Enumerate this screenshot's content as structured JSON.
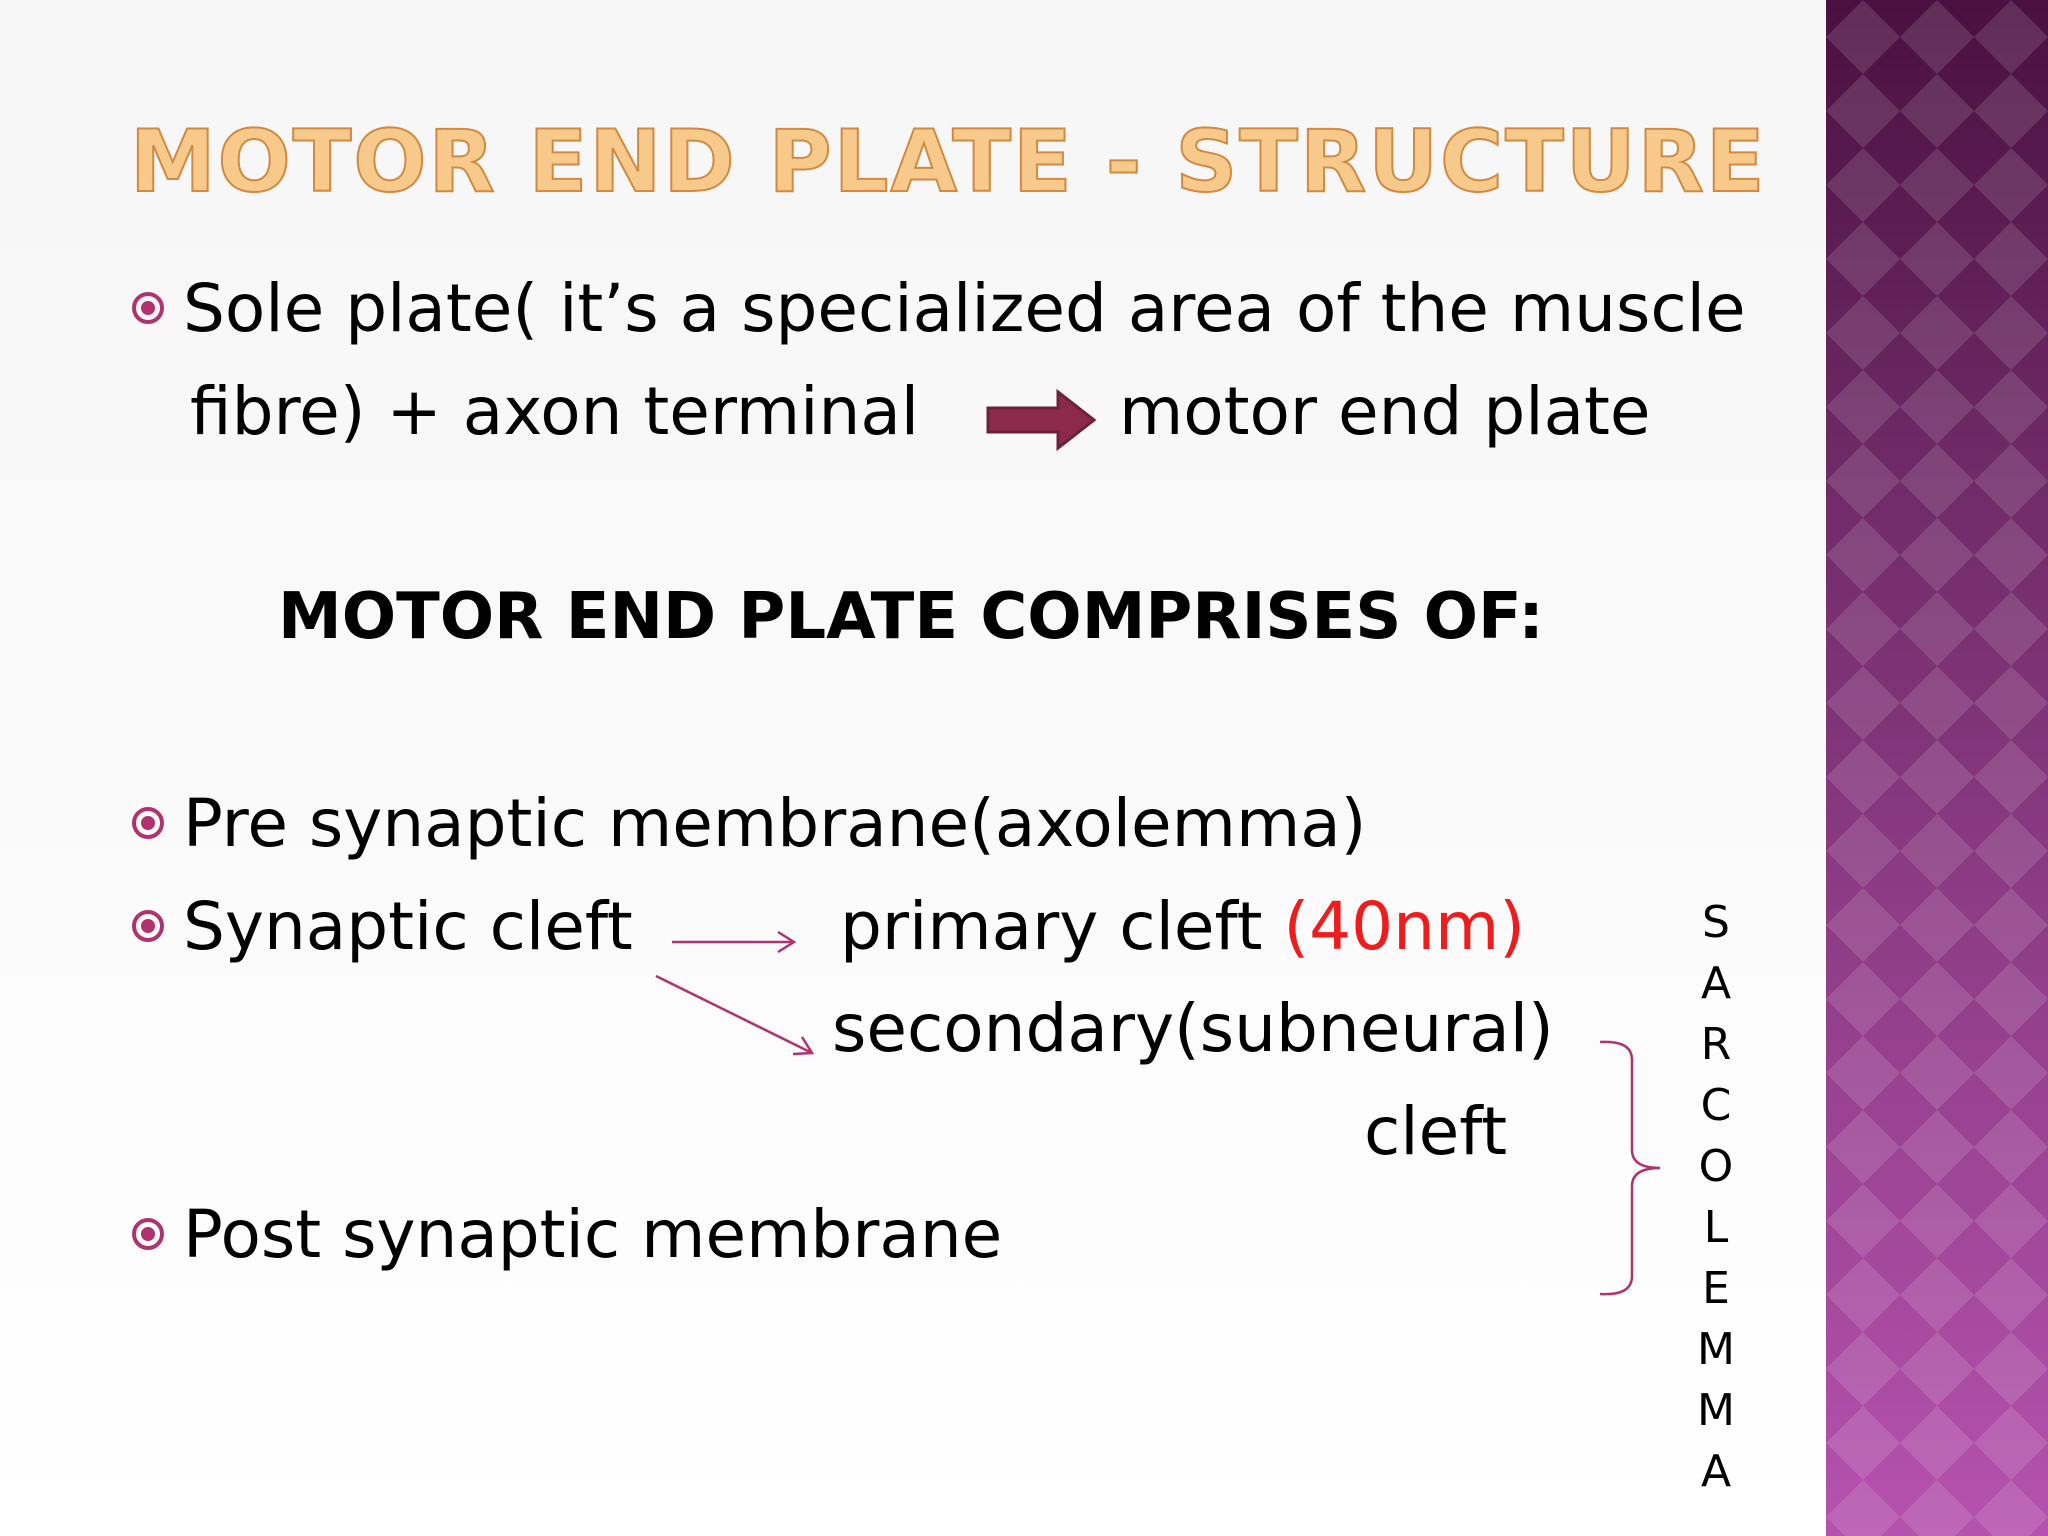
{
  "slide": {
    "title": "MOTOR END PLATE - STRUCTURE",
    "bullet1": {
      "line1": "Sole plate( it’s a specialized area of the muscle",
      "line2_left": "fibre) + axon terminal",
      "line2_right": "motor end plate"
    },
    "heading": "MOTOR END PLATE COMPRISES OF:",
    "bullet2": "Pre synaptic membrane(axolemma)",
    "bullet3": {
      "label": "Synaptic cleft",
      "primary": "primary cleft ",
      "primary_size": "(40nm)",
      "secondary": "secondary(subneural)",
      "secondary_cont": "cleft"
    },
    "bullet4": "Post synaptic membrane",
    "side_label": [
      "S",
      "A",
      "R",
      "C",
      "O",
      "L",
      "E",
      "M",
      "M",
      "A"
    ]
  },
  "colors": {
    "title_fill": "#f7c98a",
    "title_stroke": "#d08a42",
    "accent": "#b0326f",
    "arrow_fill": "#8b2a4b",
    "highlight": "#ee1c1c",
    "side_band_top": "#4a1040",
    "side_band_bottom": "#b552ae"
  },
  "icons": {
    "bullet": "circled-dot-bullet-icon",
    "arrow": "right-block-arrow-icon"
  }
}
